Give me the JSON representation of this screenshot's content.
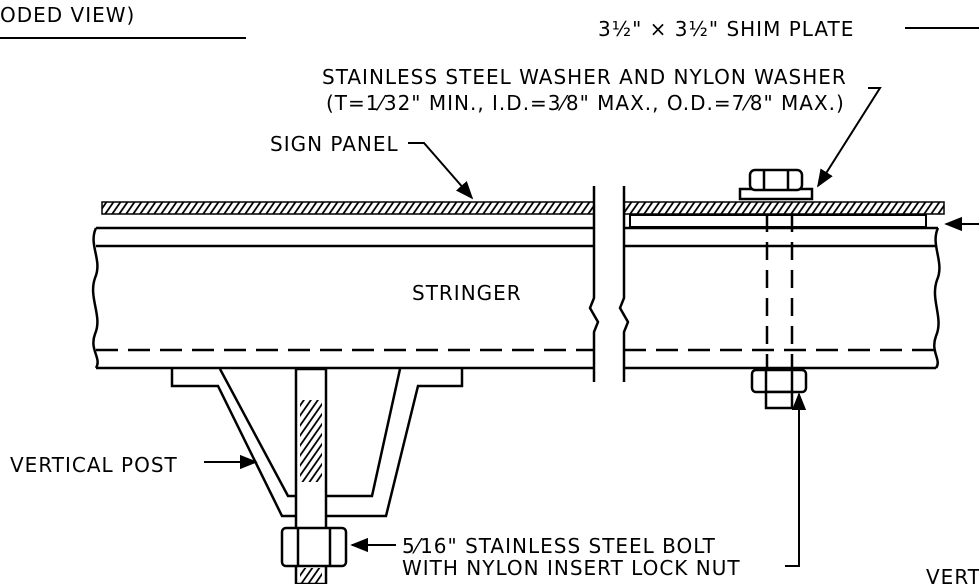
{
  "title_fragment": "ODED VIEW)",
  "labels": {
    "shim_plate": "3½\" × 3½\" SHIM PLATE",
    "washer_line1": "STAINLESS STEEL WASHER AND NYLON WASHER",
    "washer_line2": "(T=1⁄32\" MIN., I.D.=3⁄8\" MAX., O.D.=7⁄8\" MAX.)",
    "sign_panel": "SIGN PANEL",
    "stringer": "STRINGER",
    "vertical_post": "VERTICAL POST",
    "bolt_line1": "5⁄16\" STAINLESS STEEL BOLT",
    "bolt_line2": "WITH NYLON INSERT LOCK NUT",
    "edge_fragment": "VERTI"
  },
  "colors": {
    "line": "#000000",
    "background": "#ffffff"
  }
}
